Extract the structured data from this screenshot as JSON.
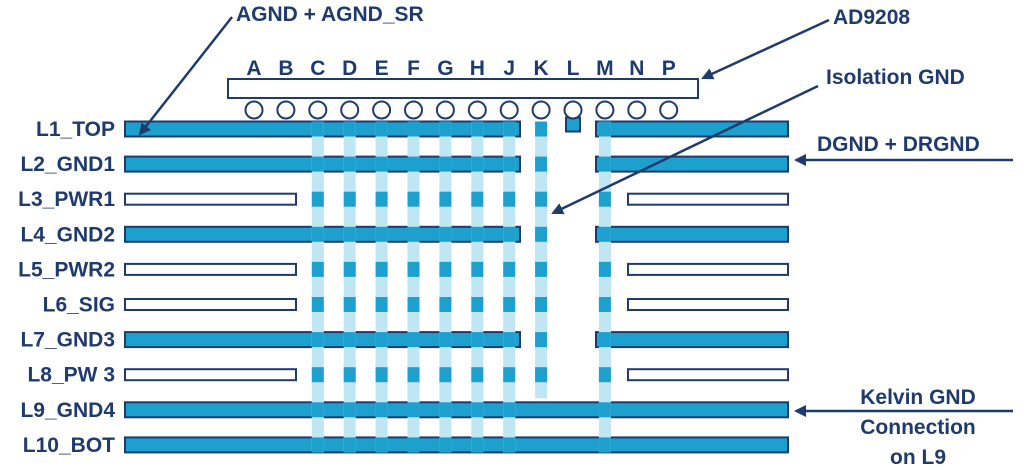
{
  "colors": {
    "ink": "#1f3b6e",
    "copper": "#1ea0cf",
    "via_light": "#bfe6f2",
    "via_dark": "#1ea0cf",
    "outline": "#1f3b6e"
  },
  "balls": [
    "A",
    "B",
    "C",
    "D",
    "E",
    "F",
    "G",
    "H",
    "J",
    "K",
    "L",
    "M",
    "N",
    "P"
  ],
  "layers": [
    {
      "name": "L1_TOP",
      "kind": "top"
    },
    {
      "name": "L2_GND1",
      "kind": "gnd"
    },
    {
      "name": "L3_PWR1",
      "kind": "pwr"
    },
    {
      "name": "L4_GND2",
      "kind": "gnd"
    },
    {
      "name": "L5_PWR2",
      "kind": "pwr"
    },
    {
      "name": "L6_SIG",
      "kind": "sig"
    },
    {
      "name": "L7_GND3",
      "kind": "gnd"
    },
    {
      "name": "L8_PW 3",
      "kind": "pwr"
    },
    {
      "name": "L9_GND4",
      "kind": "gnd_full"
    },
    {
      "name": "L10_BOT",
      "kind": "bot"
    }
  ],
  "callouts": {
    "agnd": "AGND + AGND_SR",
    "ad9208": "AD9208",
    "isolation": "Isolation GND",
    "dgnd": "DGND + DRGND",
    "kelvin_line1": "Kelvin GND",
    "kelvin_line2": "Connection",
    "kelvin_line3": "on L9"
  },
  "icons": {
    "ball": "solder-ball-icon",
    "arrow": "arrow-icon"
  }
}
